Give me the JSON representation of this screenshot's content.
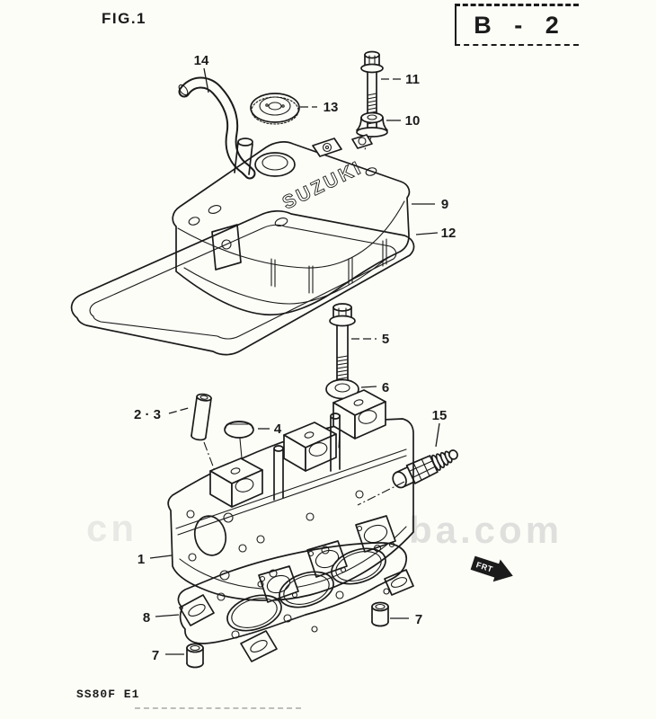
{
  "page": {
    "fig_label": "FIG.1",
    "section_code": "B - 2",
    "footer_code": "SS80F E1",
    "colors": {
      "paper": "#fdfdf8",
      "ink": "#1b1b1b",
      "watermark": "#c7c7c7"
    }
  },
  "drawing": {
    "embossed_brand": "SUZUKI",
    "direction_badge": "FRT",
    "watermark_left": "cn",
    "watermark_right": "ba.com"
  },
  "callouts": [
    {
      "text": "14"
    },
    {
      "text": "13"
    },
    {
      "text": "11"
    },
    {
      "text": "10"
    },
    {
      "text": "9"
    },
    {
      "text": "12"
    },
    {
      "text": "5"
    },
    {
      "text": "6"
    },
    {
      "text": "2 · 3"
    },
    {
      "text": "4"
    },
    {
      "text": "15"
    },
    {
      "text": "1"
    },
    {
      "text": "8"
    },
    {
      "text": "7"
    },
    {
      "text": "7"
    }
  ]
}
